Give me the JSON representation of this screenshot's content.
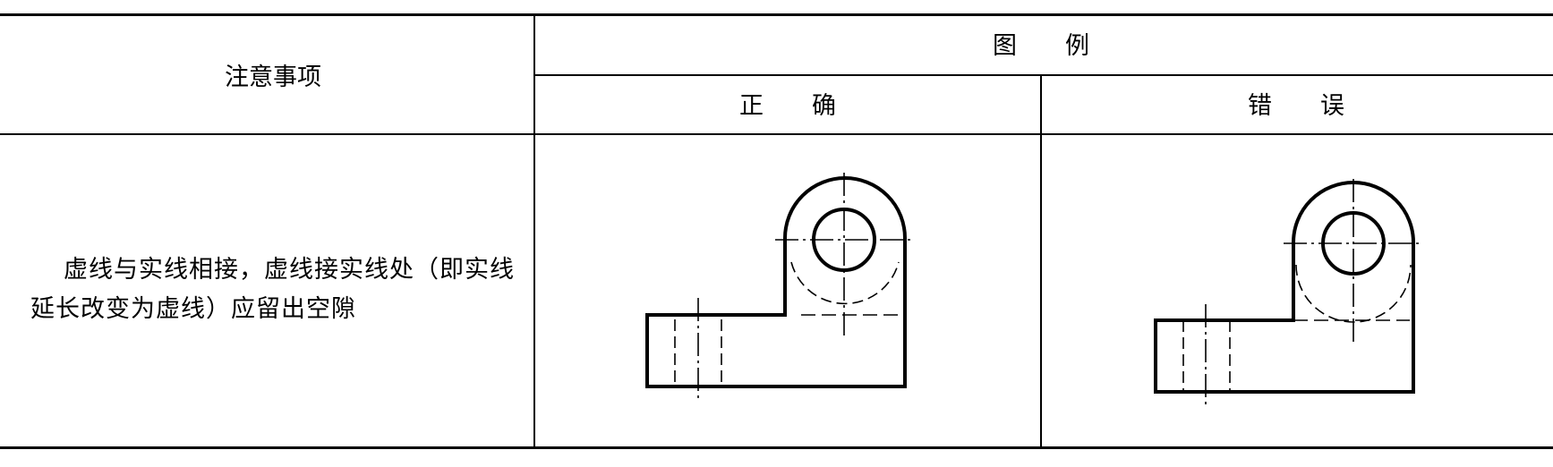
{
  "table": {
    "header": {
      "notes_col": "注意事项",
      "figure_col": "图　　例",
      "correct_col": "正　　确",
      "wrong_col": "错　　误"
    },
    "rows": [
      {
        "note": "虚线与实线相接，虚线接实线处（即实线延长改变为虚线）应留出空隙"
      }
    ]
  }
}
